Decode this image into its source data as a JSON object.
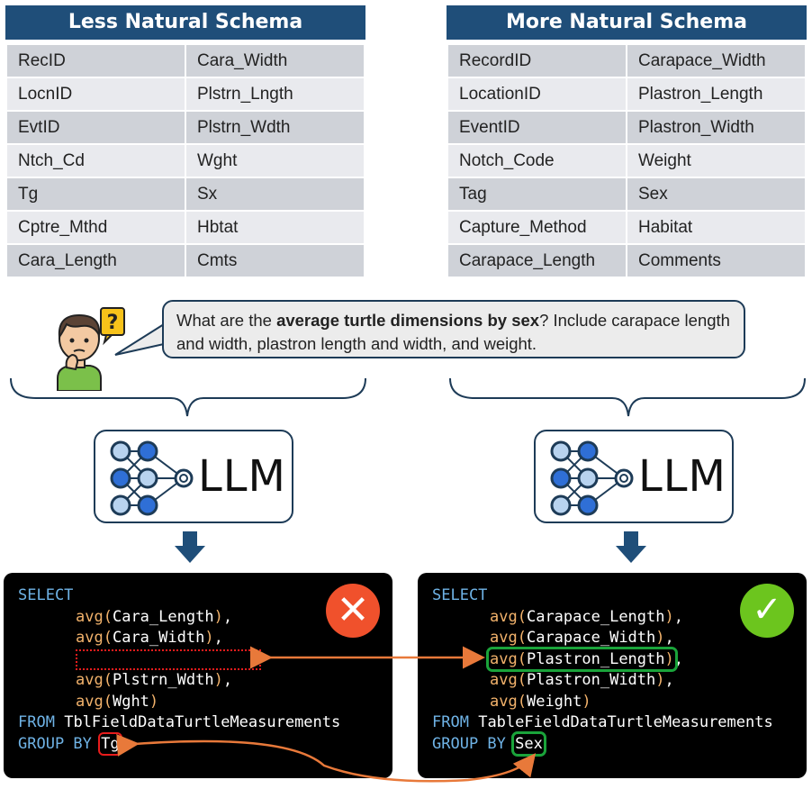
{
  "left_schema": {
    "title": "Less Natural Schema",
    "rows": [
      [
        "RecID",
        "Cara_Width"
      ],
      [
        "LocnID",
        "Plstrn_Lngth"
      ],
      [
        "EvtID",
        "Plstrn_Wdth"
      ],
      [
        "Ntch_Cd",
        "Wght"
      ],
      [
        "Tg",
        "Sx"
      ],
      [
        "Cptre_Mthd",
        "Hbtat"
      ],
      [
        "Cara_Length",
        "Cmts"
      ]
    ]
  },
  "right_schema": {
    "title": "More Natural Schema",
    "rows": [
      [
        "RecordID",
        "Carapace_Width"
      ],
      [
        "LocationID",
        "Plastron_Length"
      ],
      [
        "EventID",
        "Plastron_Width"
      ],
      [
        "Notch_Code",
        "Weight"
      ],
      [
        "Tag",
        "Sex"
      ],
      [
        "Capture_Method",
        "Habitat"
      ],
      [
        "Carapace_Length",
        "Comments"
      ]
    ]
  },
  "question": {
    "pre": "What are the ",
    "bold": "average turtle dimensions by sex",
    "post": "? Include carapace length and width, plastron length and width, and weight."
  },
  "llm_label": "LLM",
  "left_sql": {
    "select": "SELECT",
    "avg": "avg",
    "cols": [
      "Cara_Length",
      "Cara_Width",
      "Plstrn_Wdth",
      "Wght"
    ],
    "from_kw": "FROM",
    "table": "TblFieldDataTurtleMeasurements",
    "group_kw": "GROUP BY",
    "group_col": "Tg"
  },
  "right_sql": {
    "select": "SELECT",
    "avg": "avg",
    "cols": [
      "Carapace_Length",
      "Carapace_Width",
      "Plastron_Length",
      "Plastron_Width",
      "Weight"
    ],
    "from_kw": "FROM",
    "table": "TableFieldDataTurtleMeasurements",
    "group_kw": "GROUP BY",
    "group_col": "Sex"
  },
  "colors": {
    "header": "#1f4e79",
    "sql_keyword": "#6fb3e6",
    "sql_function": "#f2b26b",
    "wrong": "#e81c1c",
    "right": "#1aa33a",
    "arrow": "#e8793a"
  },
  "icons": [
    "confused-person-icon",
    "neural-network-icon",
    "down-arrow-icon",
    "wrong-x-icon",
    "correct-check-icon"
  ]
}
